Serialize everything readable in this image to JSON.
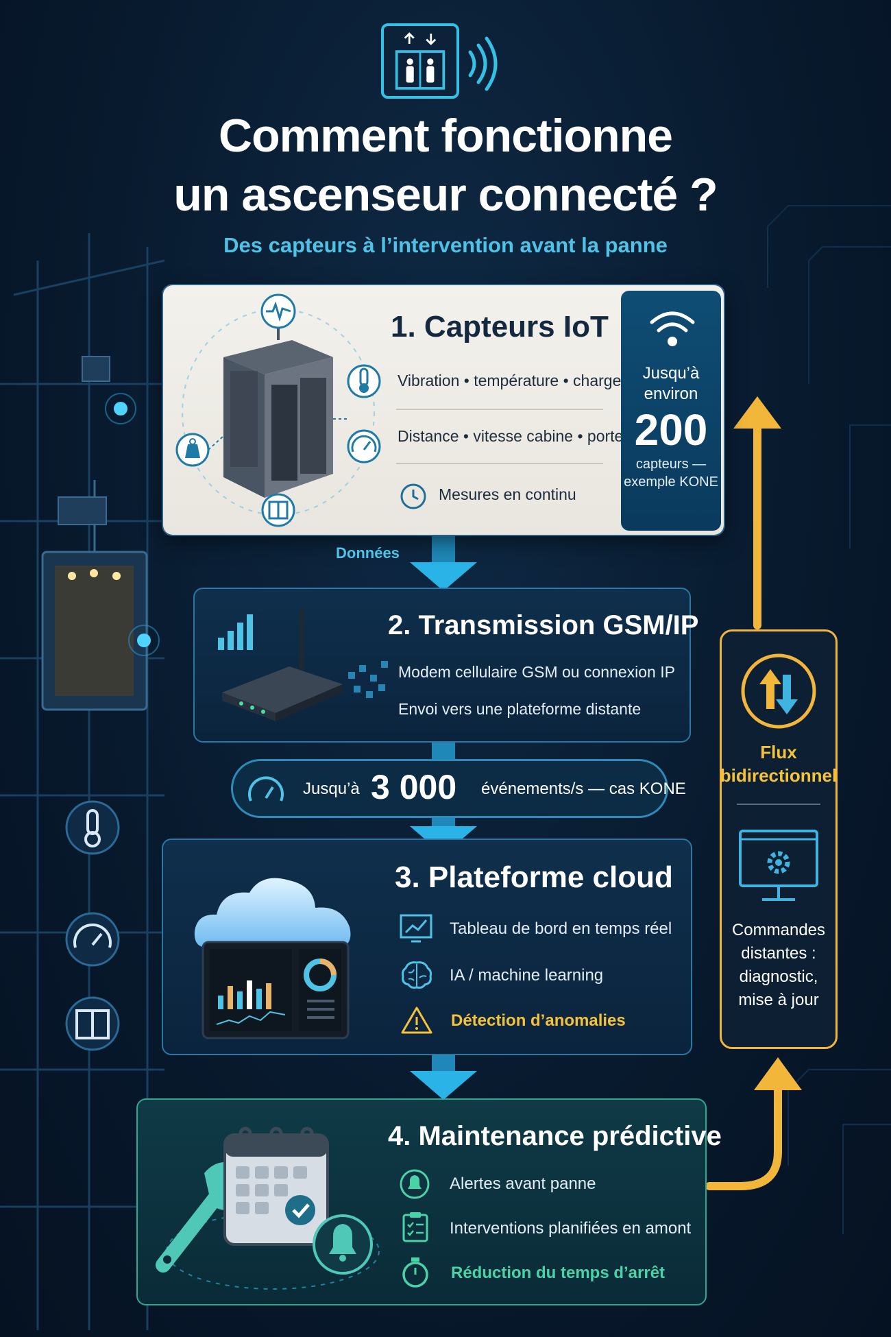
{
  "header": {
    "title_line1": "Comment fonctionne",
    "title_line2": "un ascenseur connecté ?",
    "subtitle": "Des capteurs à l’intervention avant la panne"
  },
  "step1": {
    "title": "1. Capteurs IoT",
    "row1": "Vibration • température • charge",
    "row2": "Distance • vitesse cabine • portes",
    "row3": "Mesures en continu",
    "side_pre": "Jusqu’à environ",
    "side_number": "200",
    "side_post": "capteurs — exemple KONE"
  },
  "flow_label": "Données",
  "step2": {
    "title": "2. Transmission GSM/IP",
    "line1": "Modem cellulaire GSM ou connexion IP",
    "line2": "Envoi vers une plateforme distante"
  },
  "events": {
    "prefix": "Jusqu’à",
    "number": "3 000",
    "suffix": "événements/s — cas KONE"
  },
  "step3": {
    "title": "3. Plateforme cloud",
    "row1": "Tableau de bord en temps réel",
    "row2": "IA / machine learning",
    "row3": "Détection d’anomalies"
  },
  "step4": {
    "title": "4. Maintenance prédictive",
    "row1": "Alertes avant panne",
    "row2": "Interventions planifiées en amont",
    "row3": "Réduction du temps d’arrêt"
  },
  "feedback": {
    "title_line1": "Flux",
    "title_line2": "bidirectionnel",
    "text_line1": "Commandes",
    "text_line2": "distantes :",
    "text_line3": "diagnostic,",
    "text_line4": "mise à jour"
  },
  "colors": {
    "cyan": "#33c1e6",
    "yellow": "#f2b73a",
    "green": "#2ea88f",
    "card_light": "#f3f1ec",
    "navy": "#0b243d"
  },
  "icons": [
    "elevator-icon",
    "wifi-icon",
    "signal-waves-icon",
    "heartbeat-icon",
    "thermometer-icon",
    "weight-icon",
    "gauge-icon",
    "door-icon",
    "clock-icon",
    "signal-bars-icon",
    "router-icon",
    "cloud-icon",
    "dashboard-icon",
    "chart-icon",
    "brain-icon",
    "warning-icon",
    "wrench-icon",
    "calendar-icon",
    "bell-icon",
    "checklist-icon",
    "stopwatch-icon",
    "bidirectional-arrows-icon",
    "monitor-gear-icon"
  ]
}
